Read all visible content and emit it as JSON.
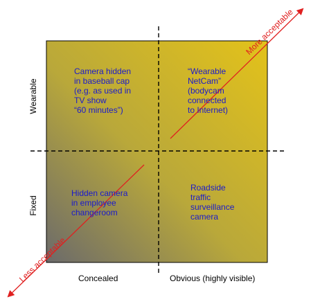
{
  "colors": {
    "fill_light": "#e3c21a",
    "fill_mid": "#b9a83a",
    "fill_dark": "#6b6a6b",
    "box_border": "#000000",
    "arrow": "#e02020",
    "quadrant_text": "#1a1acc"
  },
  "quadrants": {
    "top_left": "Camera hidden\nin baseball cap\n(e.g. as used in\nTV show\n“60 minutes”)",
    "top_right": "“Wearable\nNetCam”\n(bodycam\nconnected\nto Internet)",
    "bottom_left": "Hidden camera\nin employee\nchangeroom",
    "bottom_right": "Roadside\ntraffic\nsurveillance\ncamera"
  },
  "axes": {
    "y_top": "Wearable",
    "y_bottom": "Fixed",
    "x_left": "Concealed",
    "x_right": "Obvious (highly visible)"
  },
  "arrows": {
    "up_right": "More acceptable",
    "down_left": "Less acceptable"
  }
}
